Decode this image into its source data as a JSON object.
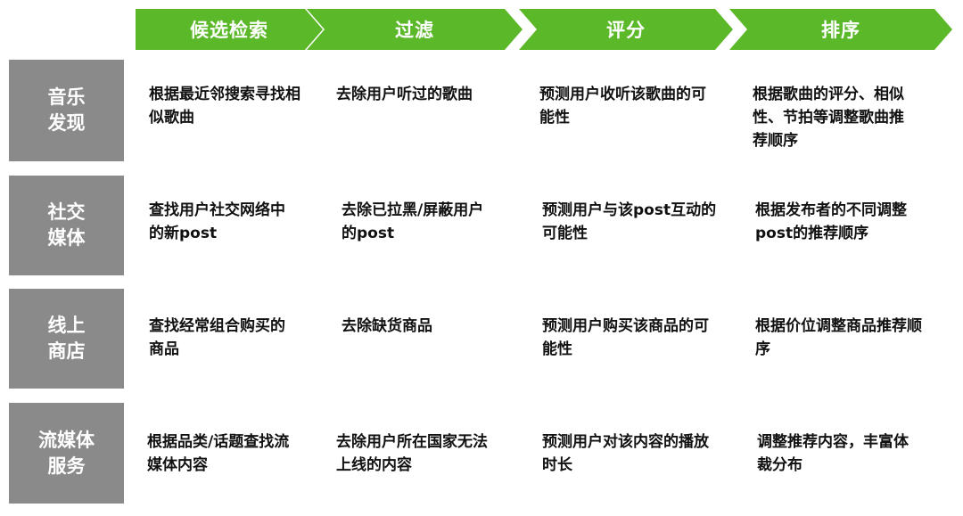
{
  "colors": {
    "header_green": "#5bb829",
    "row_gray": "#8a8a8a"
  },
  "header": {
    "steps": [
      "候选检索",
      "过滤",
      "评分",
      "排序"
    ]
  },
  "rows": [
    {
      "label_line1": "音乐",
      "label_line2": "发现",
      "cells": [
        "根据最近邻搜索寻找相似歌曲",
        "去除用户听过的歌曲",
        "预测用户收听该歌曲的可能性",
        "根据歌曲的评分、相似性、节拍等调整歌曲推荐顺序"
      ]
    },
    {
      "label_line1": "社交",
      "label_line2": "媒体",
      "cells": [
        "查找用户社交网络中的新post",
        "去除已拉黑/屏蔽用户的post",
        "预测用户与该post互动的可能性",
        "根据发布者的不同调整post的推荐顺序"
      ]
    },
    {
      "label_line1": "线上",
      "label_line2": "商店",
      "cells": [
        "查找经常组合购买的商品",
        "去除缺货商品",
        "预测用户购买该商品的可能性",
        "根据价位调整商品推荐顺序"
      ]
    },
    {
      "label_line1": "流媒体",
      "label_line2": "服务",
      "cells": [
        "根据品类/话题查找流媒体内容",
        "去除用户所在国家无法上线的内容",
        "预测用户对该内容的播放时长",
        "调整推荐内容，丰富体裁分布"
      ]
    }
  ]
}
